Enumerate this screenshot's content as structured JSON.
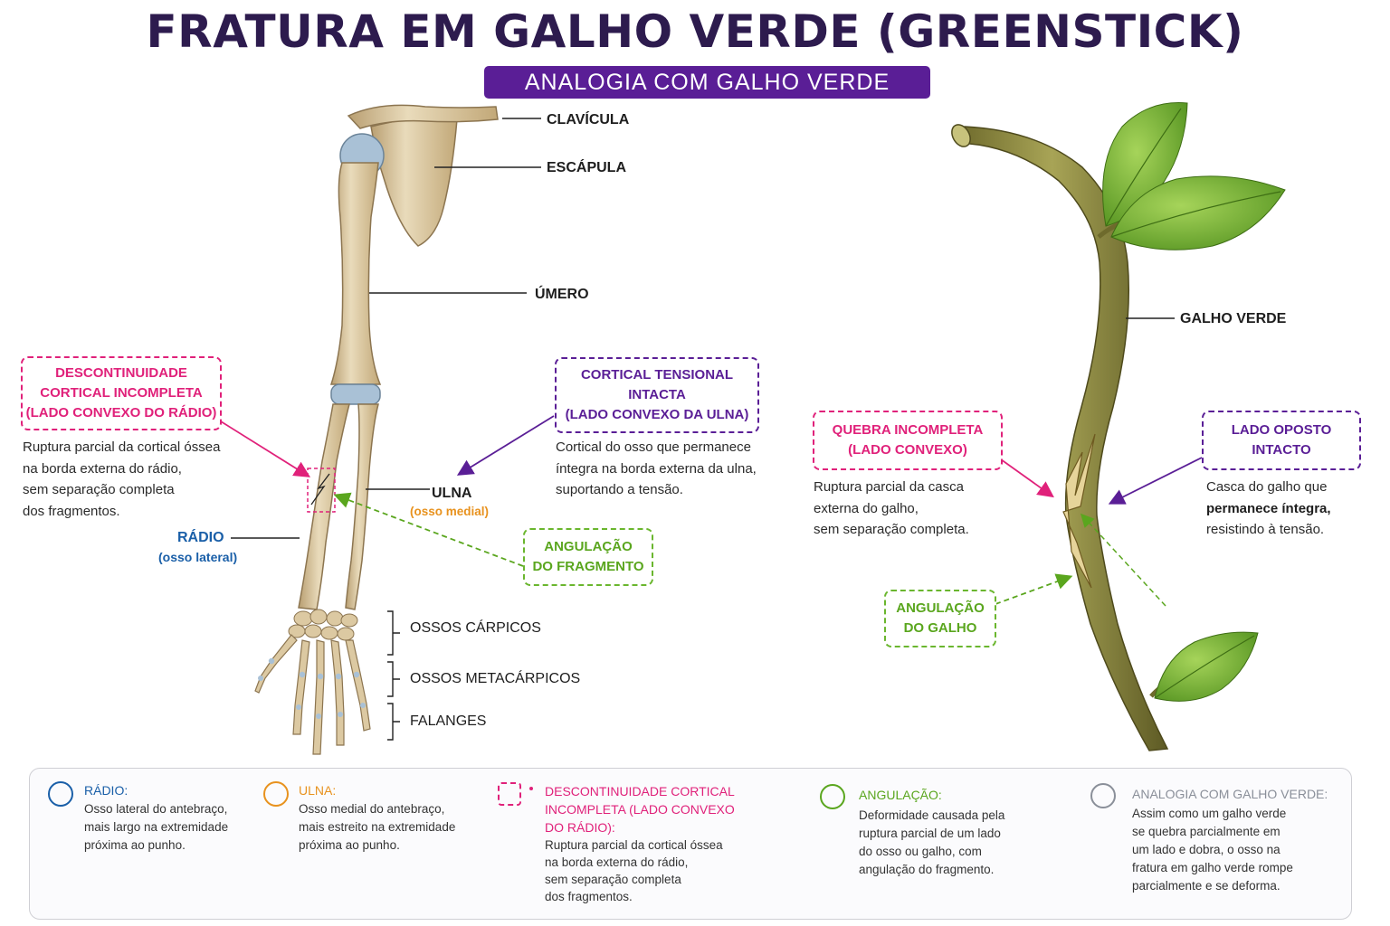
{
  "title": "FRATURA EM GALHO VERDE (GREENSTICK)",
  "subtitle": "ANALOGIA COM GALHO VERDE",
  "colors": {
    "pink": "#e0217a",
    "purple": "#5a1e96",
    "green": "#5aa61e",
    "blue": "#1a5fa8",
    "orange": "#e8921e",
    "gray": "#8a8f99",
    "bone": "#dcc9a2",
    "cartilage": "#a9c1d6"
  },
  "arm": {
    "clavicula": "CLAVÍCULA",
    "escapula": "ESCÁPULA",
    "umero": "ÚMERO",
    "ulna": "ULNA",
    "ulna_sub": "(osso medial)",
    "radio": "RÁDIO",
    "radio_sub": "(osso lateral)",
    "carpicos": "OSSOS CÁRPICOS",
    "metacarpicos": "OSSOS METACÁRPICOS",
    "falanges": "FALANGES"
  },
  "callouts": {
    "descontinuidade": {
      "lines": [
        "DESCONTINUIDADE",
        "CORTICAL INCOMPLETA",
        "(LADO CONVEXO DO RÁDIO)"
      ],
      "desc": [
        "Ruptura parcial da cortical óssea",
        "na borda externa do rádio,",
        "sem separação completa",
        "dos fragmentos."
      ]
    },
    "cortical": {
      "lines": [
        "CORTICAL TENSIONAL",
        "INTACTA",
        "(LADO CONVEXO DA ULNA)"
      ],
      "desc": [
        "Cortical do osso que permanece",
        "íntegra na borda externa da ulna,",
        "suportando a tensão."
      ]
    },
    "angulacao_frag": {
      "lines": [
        "ANGULAÇÃO",
        "DO FRAGMENTO"
      ]
    },
    "quebra": {
      "lines": [
        "QUEBRA INCOMPLETA",
        "(LADO CONVEXO)"
      ],
      "desc": [
        "Ruptura parcial da casca",
        "externa do galho,",
        "sem separação completa."
      ]
    },
    "lado_oposto": {
      "lines": [
        "LADO OPOSTO",
        "INTACTO"
      ],
      "desc_1": "Casca do galho que",
      "desc_2": "permanece íntegra,",
      "desc_3": "resistindo à tensão."
    },
    "angulacao_galho": {
      "lines": [
        "ANGULAÇÃO",
        "DO GALHO"
      ]
    },
    "galho_verde": "GALHO VERDE"
  },
  "legend": [
    {
      "key": "radio",
      "title": "RÁDIO:",
      "body": [
        "Osso lateral do antebraço,",
        "mais largo na extremidade",
        "próxima ao punho."
      ]
    },
    {
      "key": "ulna",
      "title": "ULNA:",
      "body": [
        "Osso medial do antebraço,",
        "mais estreito na extremidade",
        "próxima ao punho."
      ]
    },
    {
      "key": "descontinuidade",
      "title": [
        "DESCONTINUIDADE CORTICAL",
        "INCOMPLETA (LADO CONVEXO",
        "DO RÁDIO):"
      ],
      "body": [
        "Ruptura parcial da cortical óssea",
        "na borda externa do rádio,",
        "sem separação completa",
        "dos fragmentos."
      ]
    },
    {
      "key": "angulacao",
      "title": "ANGULAÇÃO:",
      "body": [
        "Deformidade causada pela",
        "ruptura parcial de um lado",
        "do osso ou galho, com",
        "angulação do fragmento."
      ]
    },
    {
      "key": "analogia",
      "title": "ANALOGIA COM GALHO VERDE:",
      "body": [
        "Assim como um galho verde",
        "se quebra parcialmente em",
        "um lado e dobra, o osso na",
        "fratura em galho verde rompe",
        "parcialmente e se deforma."
      ]
    }
  ]
}
